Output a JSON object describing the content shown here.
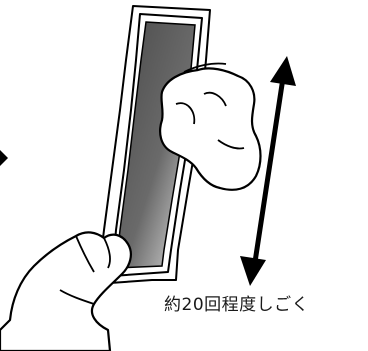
{
  "caption": "約20回程度しごく",
  "colors": {
    "line": "#000000",
    "strip_dark": "#3a3a3a",
    "strip_light": "#e8e8e8",
    "background": "#ffffff"
  },
  "icons": [
    "hand-upper",
    "hand-lower",
    "double-headed-arrow",
    "left-arrow-partial"
  ]
}
